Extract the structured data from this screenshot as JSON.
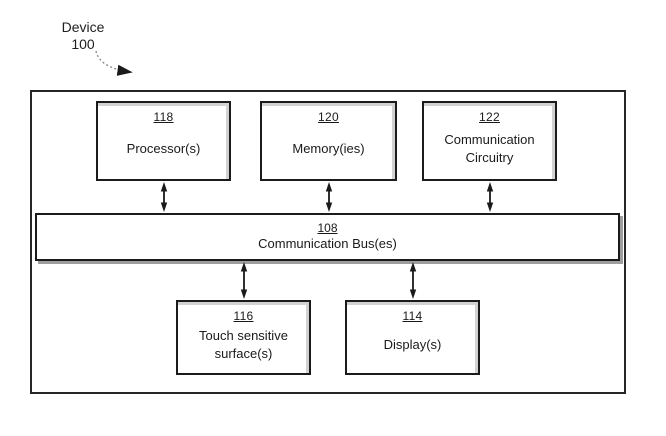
{
  "figure": {
    "device_word": "Device",
    "device_ref": "100"
  },
  "blocks": {
    "processor": {
      "ref": "118",
      "label": "Processor(s)"
    },
    "memory": {
      "ref": "120",
      "label": "Memory(ies)"
    },
    "communication_circuitry": {
      "ref": "122",
      "label": "Communication Circuitry"
    },
    "communication_bus": {
      "ref": "108",
      "label": "Communication Bus(es)"
    },
    "touch_surface": {
      "ref": "116",
      "label": "Touch sensitive surface(s)"
    },
    "display": {
      "ref": "114",
      "label": "Display(s)"
    }
  },
  "icons": {
    "double_arrow": "vertical-double-headed-arrow",
    "device_pointer": "curved-dotted-arrow"
  },
  "colors": {
    "line": "#1a1a1a",
    "box_border": "#1b1b1b",
    "inner_shadow": "#d2d2d2",
    "bus_shadow": "#9e9e9e",
    "pointer_dots": "#8a8a8a",
    "background": "#ffffff"
  }
}
